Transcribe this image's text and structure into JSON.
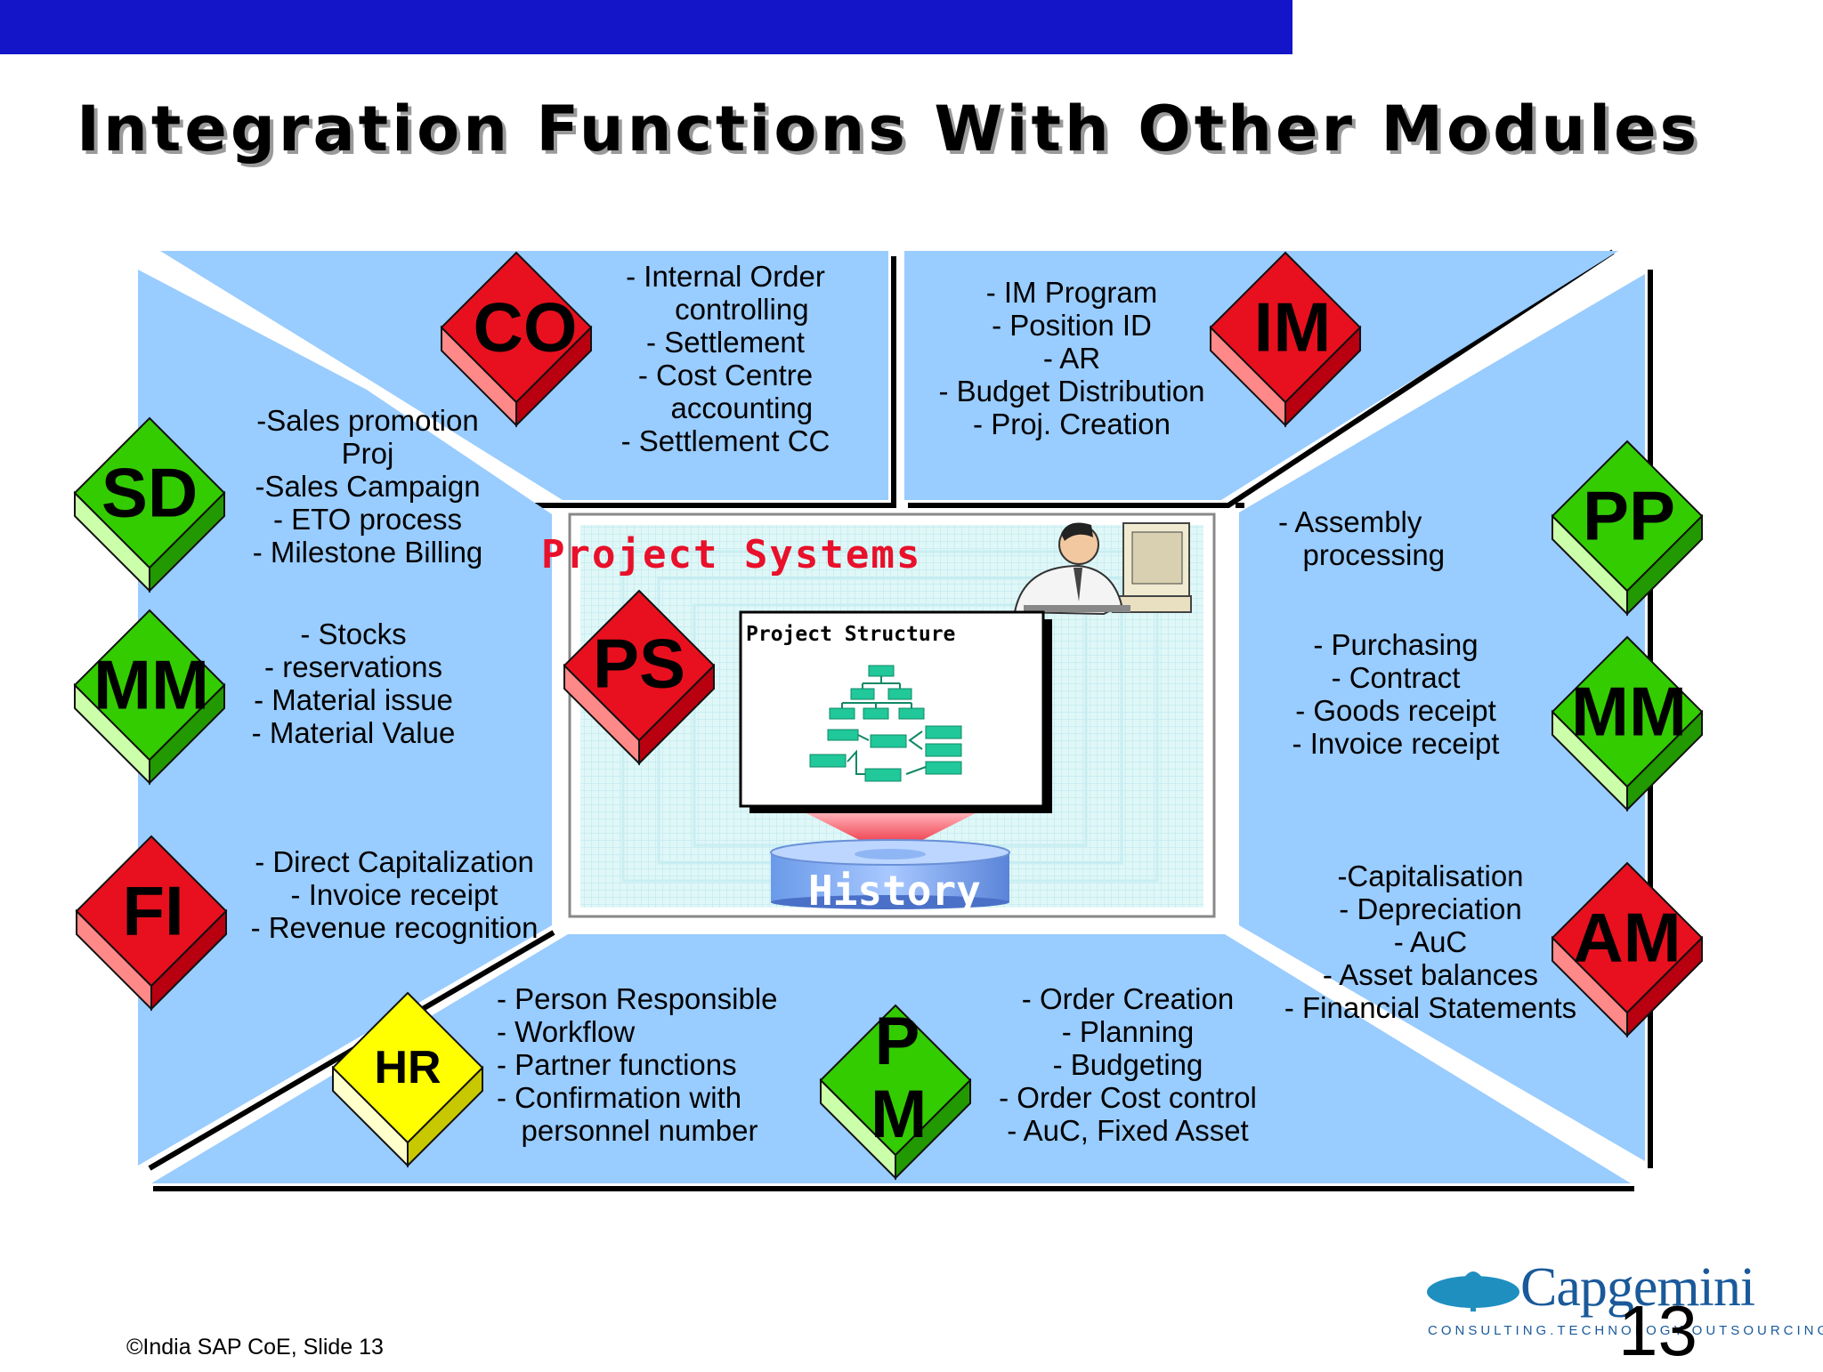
{
  "slide": {
    "title": "Integration Functions With Other Modules",
    "center_title": "Project Systems",
    "structure_label": "Project Structure",
    "history_label": "History",
    "footer": "©India SAP CoE, Slide 13",
    "slide_number": "13",
    "logo_name": "Capgemini",
    "logo_tagline": "CONSULTING.TECHNOLOGY.OUTSOURCING"
  },
  "modules": {
    "co": "CO",
    "im": "IM",
    "sd": "SD",
    "mm_left": "MM",
    "fi": "FI",
    "hr": "HR",
    "pm": "P M",
    "pp": "PP",
    "mm_right": "MM",
    "am": "AM",
    "ps": "PS"
  },
  "colors": {
    "red": "#e8101e",
    "green": "#33cc00",
    "yellow": "#ffff00",
    "panel": "#99ccff",
    "top_bar": "#1414c8",
    "title_accent": "#e8102a"
  },
  "texts": {
    "co": "- Internal Order\n    controlling\n- Settlement\n- Cost Centre\n    accounting\n- Settlement CC",
    "im": "- IM Program\n- Position ID\n- AR\n- Budget Distribution\n- Proj. Creation",
    "sd": "-Sales promotion\nProj\n-Sales Campaign\n- ETO process\n- Milestone Billing",
    "mm_left": "- Stocks\n- reservations\n- Material issue\n- Material Value",
    "fi": "- Direct Capitalization\n- Invoice receipt\n- Revenue recognition",
    "hr": "- Person Responsible\n- Workflow\n- Partner functions\n- Confirmation with\n   personnel number",
    "pm": "- Order Creation\n- Planning\n- Budgeting\n- Order Cost control\n- AuC, Fixed Asset",
    "pp": "- Assembly\n   processing",
    "mm_right": "- Purchasing\n- Contract\n- Goods receipt\n- Invoice receipt",
    "am": "-Capitalisation\n- Depreciation\n- AuC\n- Asset balances\n- Financial Statements"
  }
}
